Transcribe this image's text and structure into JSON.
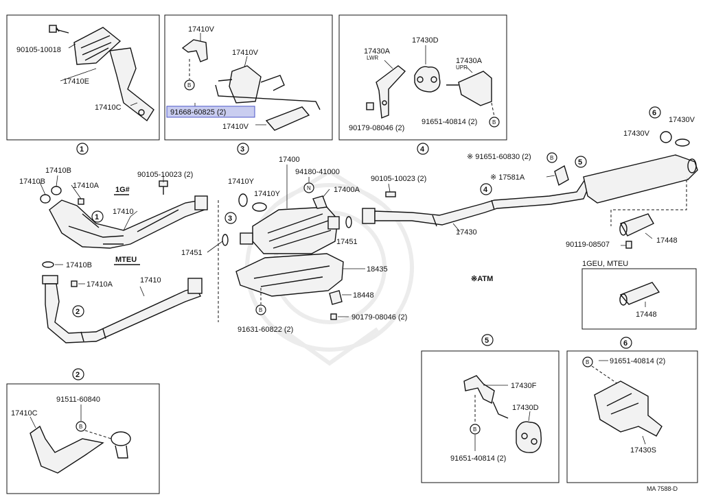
{
  "diagram_code": "MA 7588-D",
  "highlighted_part": "91668-60825 (2)",
  "callouts": {
    "c1": "1",
    "c2": "2",
    "c3": "3",
    "c4": "4",
    "c5": "5",
    "c6": "6"
  },
  "insets": {
    "inset1": {
      "labels": [
        "90105-10018",
        "17410E",
        "17410C"
      ]
    },
    "inset3": {
      "labels": [
        "17410V",
        "17410V",
        "17410V"
      ],
      "bolt": "B"
    },
    "inset4": {
      "labels": [
        "17430A",
        "LWR",
        "17430D",
        "17430A",
        "UPR",
        "90179-08046 (2)",
        "91651-40814 (2)"
      ],
      "bolt": "B"
    },
    "inset2": {
      "labels": [
        "91511-60840",
        "17410C"
      ],
      "bolt": "B"
    },
    "inset5": {
      "labels": [
        "17430F",
        "17430D",
        "91651-40814 (2)"
      ],
      "bolt": "B"
    },
    "inset6": {
      "labels": [
        "91651-40814 (2)",
        "17430S"
      ],
      "bolt": "B"
    },
    "inset_1geu": {
      "title": "1GEU, MTEU",
      "labels": [
        "17448"
      ]
    }
  },
  "main_labels": {
    "p17410B_a": "17410B",
    "p17410B_b": "17410B",
    "p17410A_a": "17410A",
    "p1G": "1G#",
    "p90105_10023_a": "90105-10023 (2)",
    "p17410_a": "17410",
    "mteu": "MTEU",
    "p17410B_c": "17410B",
    "p17410A_b": "17410A",
    "p17410_b": "17410",
    "p17451_a": "17451",
    "p17410Y_a": "17410Y",
    "p17410Y_b": "17410Y",
    "p17400": "17400",
    "p94180": "94180-41000",
    "p17400A": "17400A",
    "p90105_10023_b": "90105-10023 (2)",
    "p17451_b": "17451",
    "p18435": "18435",
    "p18448": "18448",
    "p90179": "90179-08046 (2)",
    "p91631": "91631-60822 (2)",
    "p17430": "17430",
    "p91651_60830": "※ 91651-60830 (2)",
    "p17581A": "※ 17581A",
    "p17430V": "17430V",
    "p17430V_b": "17430V",
    "p17448": "17448",
    "p90119": "90119-08507",
    "atm": "※ATM",
    "nut": "N",
    "bolt": "B"
  }
}
